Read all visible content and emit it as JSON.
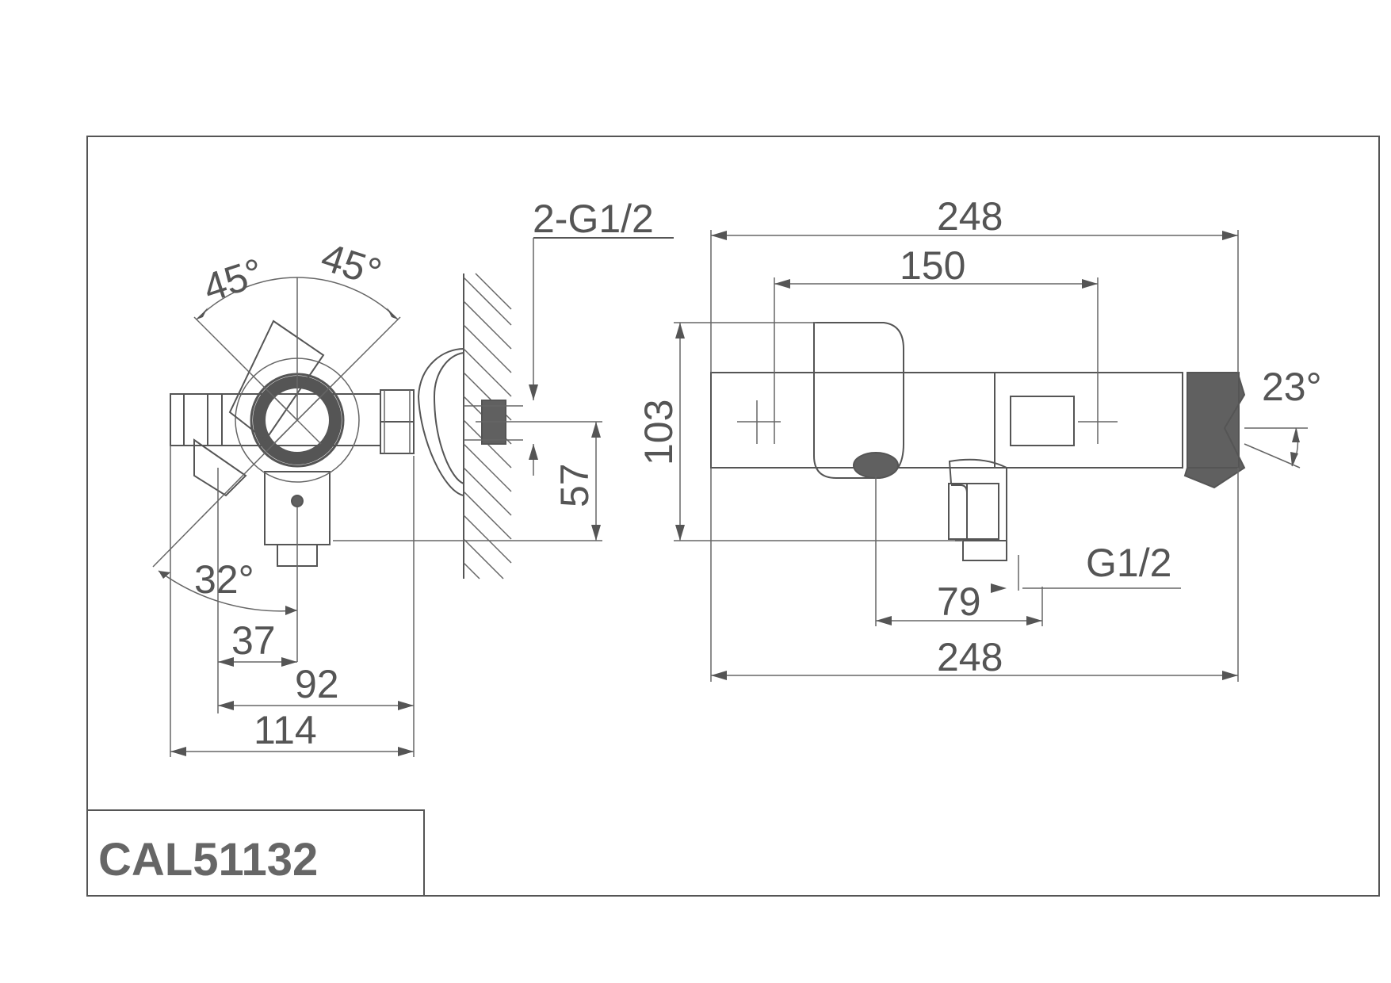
{
  "title_block": {
    "model": "CAL51132"
  },
  "side_view": {
    "angle_top_left": "45°",
    "angle_top_right": "45°",
    "angle_bottom": "32°",
    "connection": "2-G1/2",
    "height": "57",
    "width_37": "37",
    "width_92": "92",
    "width_114": "114"
  },
  "front_view": {
    "overall_top": "248",
    "handle_spacing": "150",
    "height": "103",
    "angle_outlet": "23°",
    "outlet_connection": "G1/2",
    "outlet_offset": "79",
    "overall_bottom": "248"
  }
}
